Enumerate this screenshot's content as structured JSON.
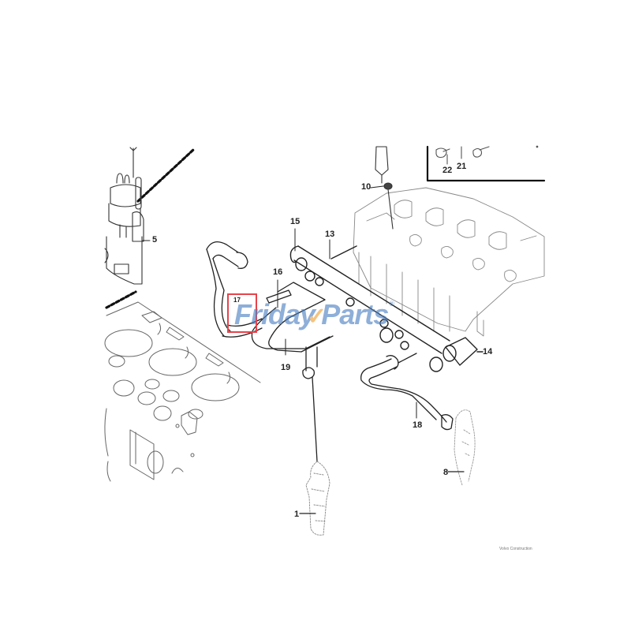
{
  "diagram": {
    "type": "exploded-parts-diagram",
    "subject": "Engine fuel injection system",
    "caption": "Volvo Construction",
    "watermark": {
      "text_part1": "Friday",
      "text_part2": "Parts",
      "registered": "®",
      "color": "#4a7fc1",
      "accent_color": "#f0a030"
    },
    "highlight": {
      "part": "17",
      "color": "#e8434b"
    },
    "callouts": [
      {
        "id": "1",
        "label": "1"
      },
      {
        "id": "5",
        "label": "5"
      },
      {
        "id": "8",
        "label": "8"
      },
      {
        "id": "10",
        "label": "10"
      },
      {
        "id": "13",
        "label": "13"
      },
      {
        "id": "14",
        "label": "14"
      },
      {
        "id": "15",
        "label": "15"
      },
      {
        "id": "16",
        "label": "16"
      },
      {
        "id": "17",
        "label": "17"
      },
      {
        "id": "18",
        "label": "18"
      },
      {
        "id": "19",
        "label": "19"
      },
      {
        "id": "21",
        "label": "21"
      },
      {
        "id": "22",
        "label": "22"
      }
    ],
    "components": [
      "fuel-injection-pump",
      "cylinder-head-gasket-block",
      "cylinder-head",
      "fuel-rail",
      "fuel-pipe-17",
      "fuel-pipe-18",
      "fuel-pipe-19",
      "injector",
      "sensor-unit"
    ]
  }
}
